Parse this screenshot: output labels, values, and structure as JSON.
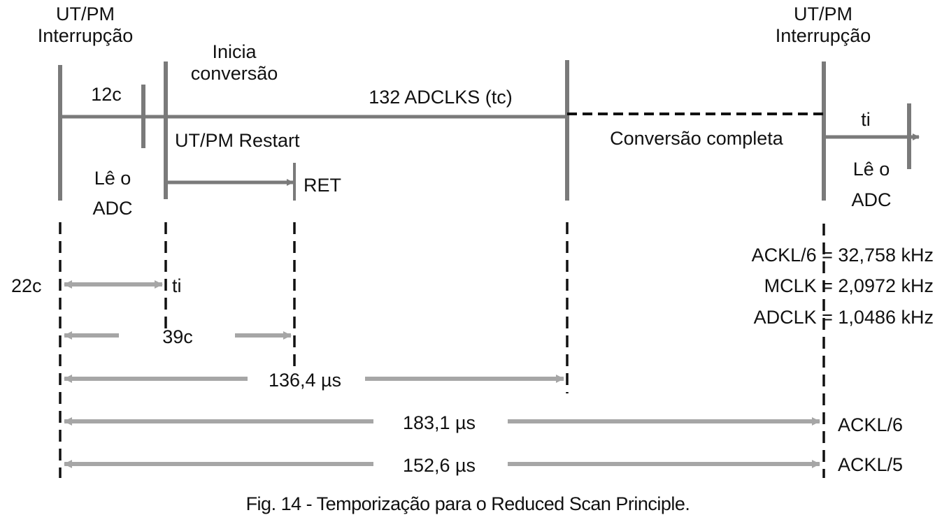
{
  "colors": {
    "ink": "#111111",
    "bar": "#7a7a7a",
    "arrow": "#a6a6a6",
    "background": "#ffffff"
  },
  "labels": {
    "interrupt_left_1": "UT/PM",
    "interrupt_left_2": "Interrupção",
    "interrupt_right_1": "UT/PM",
    "interrupt_right_2": "Interrupção",
    "start_conversion_1": "Inicia",
    "start_conversion_2": "conversão",
    "cycles_12": "12c",
    "adclks": "132 ADCLKS (tc)",
    "restart": "UT/PM Restart",
    "read_adc_left_1": "Lê o",
    "read_adc_left_2": "ADC",
    "ret": "RET",
    "conversion_complete": "Conversão completa",
    "ti_right": "ti",
    "read_adc_right_1": "Lê o",
    "read_adc_right_2": "ADC",
    "aclk6_freq": "ACKL/6 = 32,758 kHz",
    "mclk_freq": "MCLK = 2,0972 kHz",
    "adclk_freq": "ADCLK = 1,0486 kHz",
    "cycles_22": "22c",
    "ti_left": "ti",
    "cycles_39": "39c",
    "time_136": "136,4 µs",
    "time_183": "183,1 µs",
    "aclk6": "ACKL/6",
    "time_152": "152,6 µs",
    "aclk5": "ACKL/5"
  },
  "caption": "Fig. 14 - Temporização para o Reduced Scan Principle."
}
